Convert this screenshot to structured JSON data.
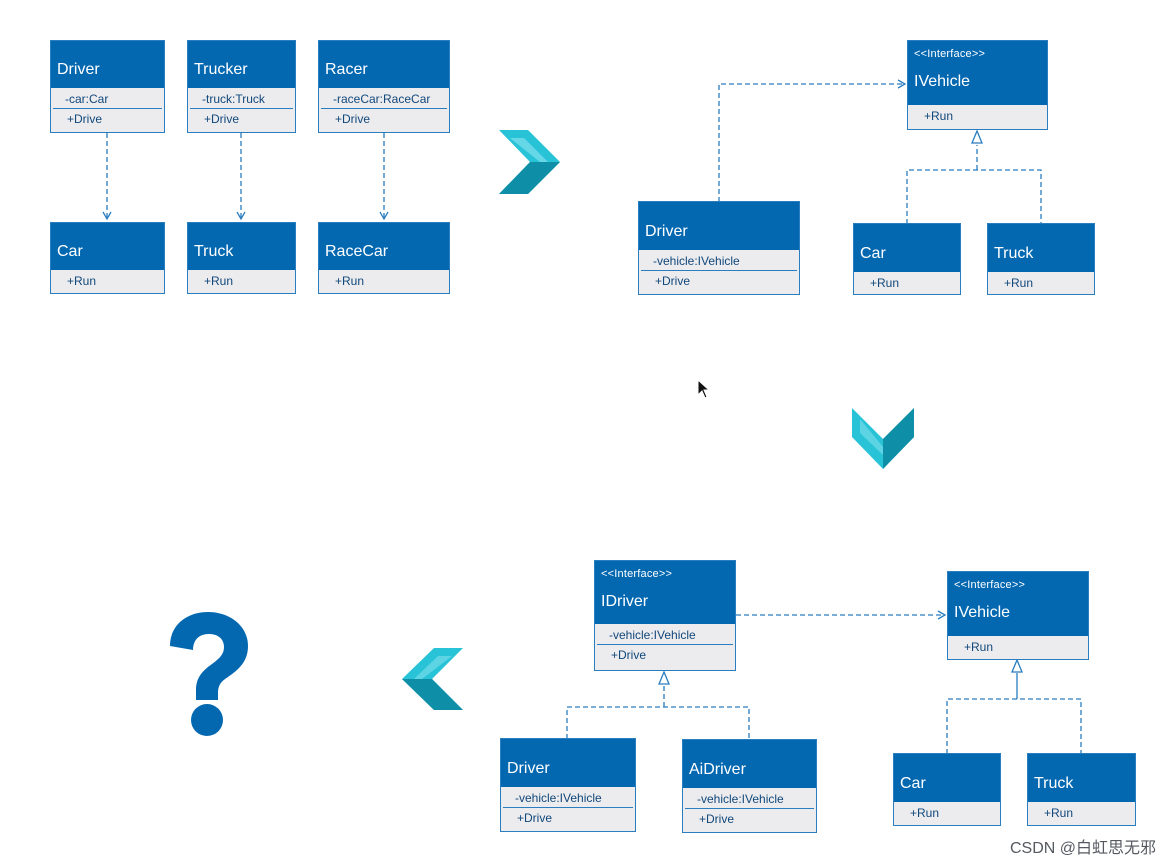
{
  "stage1": {
    "driver": {
      "name": "Driver",
      "attr": "-car:Car",
      "op": "+Drive"
    },
    "trucker": {
      "name": "Trucker",
      "attr": "-truck:Truck",
      "op": "+Drive"
    },
    "racer": {
      "name": "Racer",
      "attr": "-raceCar:RaceCar",
      "op": "+Drive"
    },
    "car": {
      "name": "Car",
      "op": "+Run"
    },
    "truck": {
      "name": "Truck",
      "op": "+Run"
    },
    "racecar": {
      "name": "RaceCar",
      "op": "+Run"
    }
  },
  "stage2": {
    "ivehicle": {
      "stereo": "<<Interface>>",
      "name": "IVehicle",
      "op": "+Run"
    },
    "driver": {
      "name": "Driver",
      "attr": "-vehicle:IVehicle",
      "op": "+Drive"
    },
    "car": {
      "name": "Car",
      "op": "+Run"
    },
    "truck": {
      "name": "Truck",
      "op": "+Run"
    }
  },
  "stage3": {
    "idriver": {
      "stereo": "<<Interface>>",
      "name": "IDriver",
      "attr": "-vehicle:IVehicle",
      "op": "+Drive"
    },
    "ivehicle": {
      "stereo": "<<Interface>>",
      "name": "IVehicle",
      "op": "+Run"
    },
    "driver": {
      "name": "Driver",
      "attr": "-vehicle:IVehicle",
      "op": "+Drive"
    },
    "aidriver": {
      "name": "AiDriver",
      "attr": "-vehicle:IVehicle",
      "op": "+Drive"
    },
    "car": {
      "name": "Car",
      "op": "+Run"
    },
    "truck": {
      "name": "Truck",
      "op": "+Run"
    }
  },
  "watermark": "CSDN @白虹思无邪",
  "colors": {
    "header": "#0468b1",
    "body": "#ececef",
    "line": "#2a7ec0",
    "arrow_light": "#29c3d8",
    "arrow_dark": "#0f8ea8",
    "question": "#0468b1"
  },
  "icons": [
    "chevron-right-icon",
    "chevron-down-icon",
    "chevron-left-icon",
    "question-mark-icon"
  ]
}
